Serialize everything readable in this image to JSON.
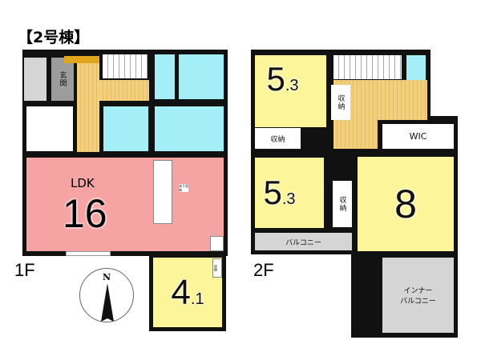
{
  "title": "【2号棟】",
  "floor1": {
    "label": "1F",
    "entrance": "玄関",
    "ldk_label": "LDK",
    "ldk_size": "16",
    "underfloor_storage": "床下収納",
    "room_size_main": "4",
    "room_size_decimal": ".1",
    "storage_small": "収納"
  },
  "floor2": {
    "label": "2F",
    "room1_main": "5",
    "room1_decimal": ".3",
    "room1_storage": "収納",
    "hall_storage": "収納",
    "wic": "WIC",
    "room2_main": "5",
    "room2_decimal": ".3",
    "room2_storage": "収納",
    "room3_size": "8",
    "balcony": "バルコニー",
    "inner_balcony_line1": "インナー",
    "inner_balcony_line2": "バルコニー"
  },
  "compass": {
    "label": "N"
  },
  "colors": {
    "ldk": "#f5a3a3",
    "bedroom": "#fdf59a",
    "wet_area": "#a4eef7",
    "balcony": "#d5d5d5",
    "hall": "#f2cf7e"
  }
}
